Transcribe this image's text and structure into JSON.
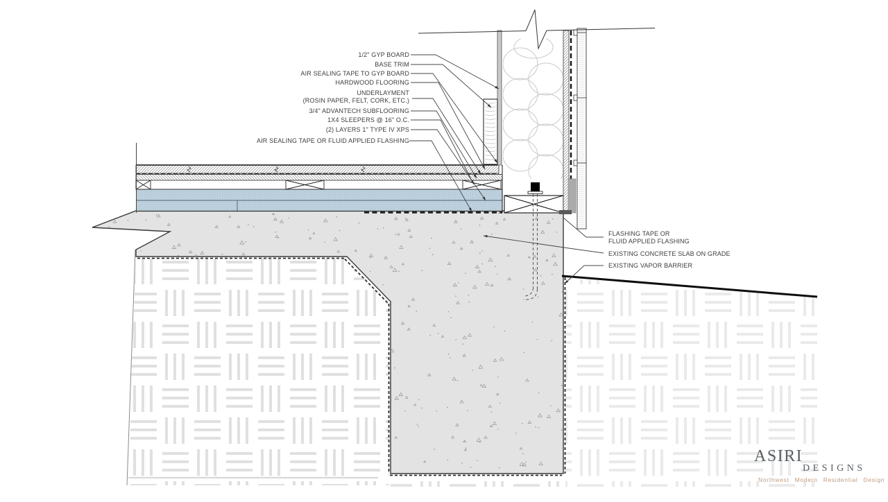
{
  "drawing": {
    "callouts_left": [
      {
        "text": "1/2\" GYP BOARD"
      },
      {
        "text": "BASE TRIM"
      },
      {
        "text": "AIR SEALING TAPE TO GYP BOARD"
      },
      {
        "text": "HARDWOOD FLOORING"
      },
      {
        "text": "UNDERLAYMENT"
      },
      {
        "text": "(ROSIN PAPER, FELT, CORK, ETC.)"
      },
      {
        "text": "3/4\" ADVANTECH SUBFLOORING"
      },
      {
        "text": "1X4 SLEEPERS @ 16\" O.C."
      },
      {
        "text": "(2) LAYERS 1\" TYPE IV XPS"
      },
      {
        "text": "AIR SEALING TAPE OR FLUID APPLIED FLASHING"
      }
    ],
    "callouts_right": [
      {
        "text": "FLASHING TAPE OR"
      },
      {
        "text": "FLUID APPLIED FLASHING"
      },
      {
        "text": "EXISTING CONCRETE SLAB ON GRADE"
      },
      {
        "text": "EXISTING VAPOR BARRIER"
      }
    ],
    "logo": {
      "name": "ASIRI",
      "word": "DESIGNS",
      "tagline": "Northwest Modern Residential Design"
    },
    "colors": {
      "xps_insulation": "#bfd2df",
      "concrete": "#e3e3e3",
      "flashing_gray": "#ababab",
      "line": "#3a3a3a",
      "logo_text": "#585d61",
      "logo_tagline": "#c09b7f"
    }
  }
}
